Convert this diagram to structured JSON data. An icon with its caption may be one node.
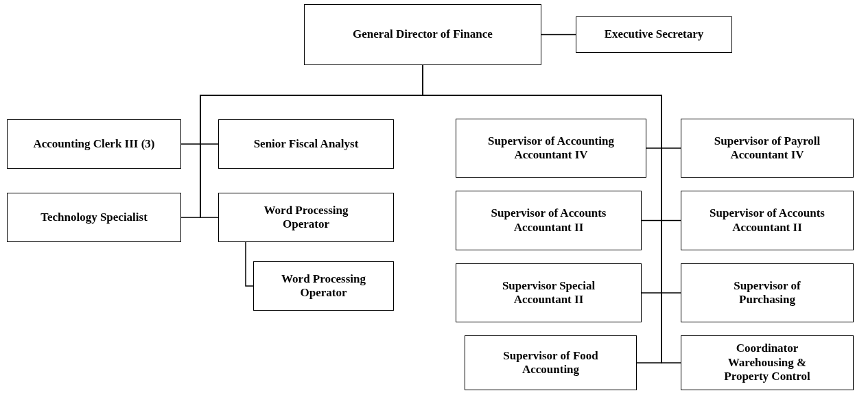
{
  "diagram": {
    "nodes": [
      {
        "text": [
          "General Director of Finance"
        ]
      },
      {
        "text": [
          "Executive Secretary"
        ]
      },
      {
        "text": [
          "Accounting Clerk III (3)"
        ]
      },
      {
        "text": [
          "Senior Fiscal Analyst"
        ]
      },
      {
        "text": [
          "Technology Specialist"
        ]
      },
      {
        "text": [
          "Word Processing Operator"
        ]
      },
      {
        "text": [
          "Word Processing Operator"
        ]
      },
      {
        "text": [
          "Supervisor of Accounting Accountant IV"
        ]
      },
      {
        "text": [
          "Supervisor of Payroll Accountant IV"
        ]
      },
      {
        "text": [
          "Supervisor of Accounts Accountant II"
        ]
      },
      {
        "text": [
          "Supervisor of Accounts Accountant II"
        ]
      },
      {
        "text": [
          "Supervisor Special Accountant II"
        ]
      },
      {
        "text": [
          "Supervisor of Purchasing"
        ]
      },
      {
        "text": [
          "Supervisor of Food Accounting"
        ]
      },
      {
        "text": [
          "Coordinator Warehousing & Property Control"
        ]
      }
    ],
    "edges": [
      {
        "from": 0,
        "to": 1,
        "arrow": "none"
      },
      {
        "from": 0,
        "to": 2,
        "arrow": "none"
      },
      {
        "from": 0,
        "to": 3,
        "arrow": "none"
      },
      {
        "from": 0,
        "to": 4,
        "arrow": "none"
      },
      {
        "from": 0,
        "to": 5,
        "arrow": "none"
      },
      {
        "from": 5,
        "to": 6,
        "arrow": "none"
      },
      {
        "from": 0,
        "to": 7,
        "arrow": "none"
      },
      {
        "from": 0,
        "to": 8,
        "arrow": "none"
      },
      {
        "from": 0,
        "to": 9,
        "arrow": "none"
      },
      {
        "from": 0,
        "to": 10,
        "arrow": "none"
      },
      {
        "from": 0,
        "to": 11,
        "arrow": "none"
      },
      {
        "from": 0,
        "to": 12,
        "arrow": "none"
      },
      {
        "from": 0,
        "to": 13,
        "arrow": "none"
      },
      {
        "from": 0,
        "to": 14,
        "arrow": "none"
      }
    ]
  }
}
